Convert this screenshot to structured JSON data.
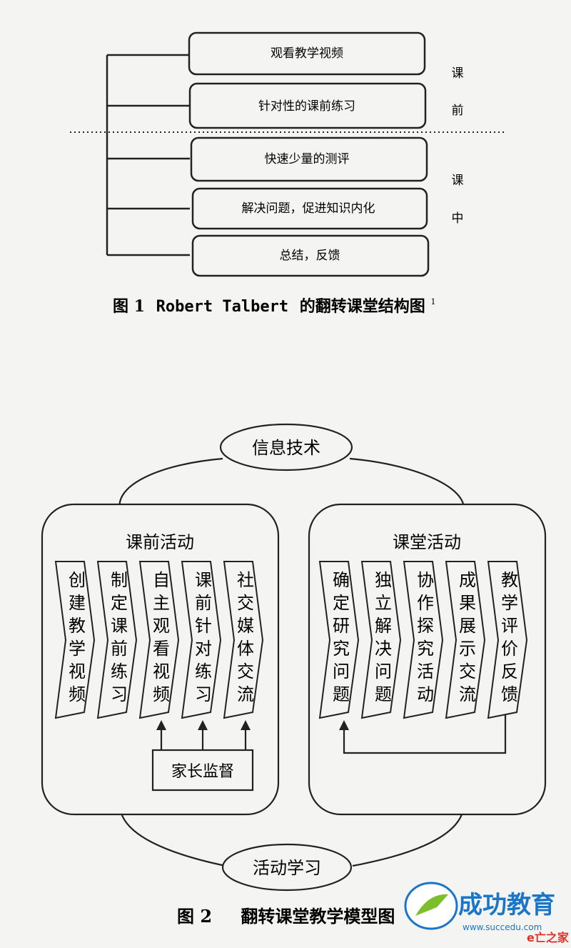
{
  "figure1": {
    "steps": [
      "观看教学视频",
      "针对性的课前练习",
      "快速少量的测评",
      "解决问题，促进知识内化",
      "总结，反馈"
    ],
    "phase_pre_chars": [
      "课",
      "前"
    ],
    "phase_in_chars": [
      "课",
      "中"
    ],
    "caption_prefix": "图 1",
    "caption_name": "Robert Talbert",
    "caption_suffix": "的翻转课堂结构图",
    "caption_sup": "1"
  },
  "figure2": {
    "top_oval": "信息技术",
    "bottom_oval": "活动学习",
    "left_panel": {
      "title": "课前活动",
      "items": [
        "创建教学视频",
        "制定课前练习",
        "自主观看视频",
        "课前针对练习",
        "社交媒体交流"
      ],
      "supervision_box": "家长监督"
    },
    "right_panel": {
      "title": "课堂活动",
      "items": [
        "确定研究问题",
        "独立解决问题",
        "协作探究活动",
        "成果展示交流",
        "教学评价反馈"
      ]
    },
    "caption_prefix": "图 2",
    "caption_text": "翻转课堂教学模型图"
  },
  "watermark": {
    "brand": "成功教育",
    "url": "www.succedu.com",
    "tag": "e亡之家",
    "brand_color": "#1a76c8",
    "accent_color": "#7bbf2a",
    "tag_color": "#e0322b"
  }
}
